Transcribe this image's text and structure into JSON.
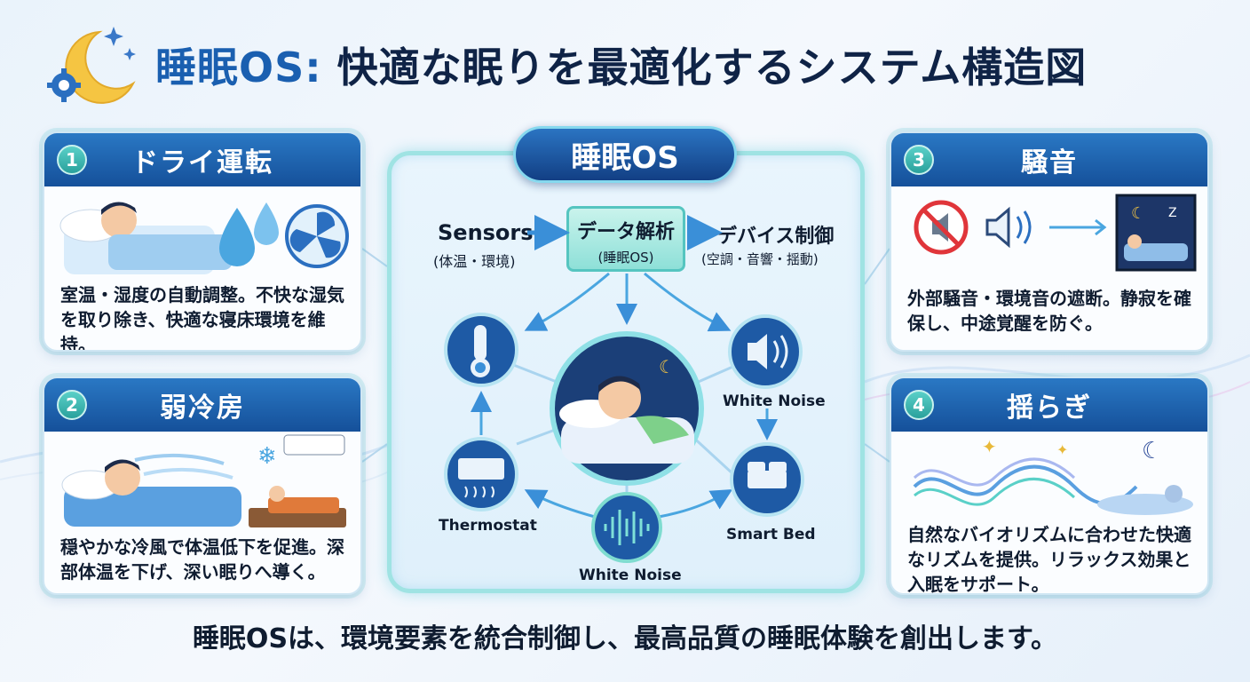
{
  "title": {
    "accent": "睡眠OS:",
    "rest": " 快適な眠りを最適化するシステム構造図"
  },
  "cards": [
    {
      "num": "1",
      "heading": "ドライ運転",
      "text": "室温・湿度の自動調整。不快な湿気を取り除き、快適な寝床環境を維持。"
    },
    {
      "num": "2",
      "heading": "弱冷房",
      "text": "穏やかな冷風で体温低下を促進。深部体温を下げ、深い眠りへ導く。"
    },
    {
      "num": "3",
      "heading": "騒音",
      "text": "外部騒音・環境音の遮断。静寂を確保し、中途覚醒を防ぐ。"
    },
    {
      "num": "4",
      "heading": "揺らぎ",
      "text": "自然なバイオリズムに合わせた快適なリズムを提供。リラックス効果と入眠をサポート。"
    }
  ],
  "os": {
    "badge": "睡眠OS",
    "sensors": "Sensors",
    "sensors_sub": "(体温・環境)",
    "analysis": "データ解析",
    "analysis_sub": "(睡眠OS)",
    "device": "デバイス制御",
    "device_sub": "(空調・音響・揺動)",
    "nodes": {
      "white_noise_top": "White Noise",
      "smart_bed": "Smart Bed",
      "white_noise_bottom": "White Noise",
      "thermostat": "Thermostat"
    }
  },
  "footer": "睡眠OSは、環境要素を統合制御し、最高品質の睡眠体験を創出します。",
  "colors": {
    "primary": "#15509a",
    "teal": "#2aa19c",
    "navy": "#0f2346"
  }
}
